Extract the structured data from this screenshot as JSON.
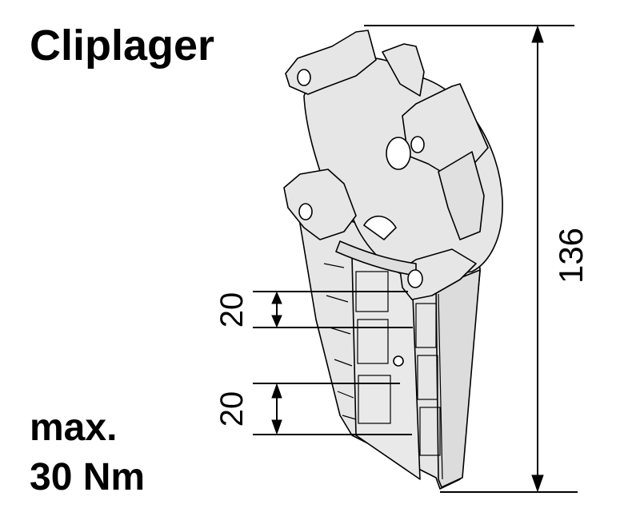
{
  "title": "Cliplager",
  "torque": {
    "line1": "max.",
    "line2": "30 Nm"
  },
  "dimensions": {
    "total_height": "136",
    "spacing_upper": "20",
    "spacing_lower": "20"
  },
  "colors": {
    "part_fill": "#e6e6e6",
    "line": "#000000",
    "background": "#ffffff"
  }
}
